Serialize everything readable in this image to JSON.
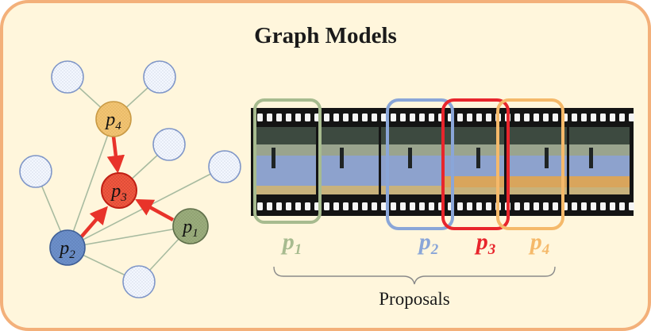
{
  "title": "Graph Models",
  "graph": {
    "nodes": [
      {
        "id": "p1",
        "base": "p",
        "sub": "1",
        "fill": "#9aac7c",
        "stroke": "#5f6f4a"
      },
      {
        "id": "p2",
        "base": "p",
        "sub": "2",
        "fill": "#6c8fc9",
        "stroke": "#3f5f96"
      },
      {
        "id": "p3",
        "base": "p",
        "sub": "3",
        "fill": "#f0573f",
        "stroke": "#c01f14"
      },
      {
        "id": "p4",
        "base": "p",
        "sub": "4",
        "fill": "#f2c473",
        "stroke": "#c99a45"
      }
    ],
    "empty_node_color": "#f3f7ff",
    "empty_node_stroke": "#7f96c8",
    "edge_color": "#a8bba0",
    "arrow_color": "#e8332a"
  },
  "film": {
    "frame_count": 6,
    "strip_color": "#141414",
    "hole_color": "#f5f5f5"
  },
  "proposals": [
    {
      "id": "p1",
      "base": "p",
      "sub": "1",
      "color": "#a7bb8f"
    },
    {
      "id": "p2",
      "base": "p",
      "sub": "2",
      "color": "#8aa6d8"
    },
    {
      "id": "p3",
      "base": "p",
      "sub": "3",
      "color": "#e8252c"
    },
    {
      "id": "p4",
      "base": "p",
      "sub": "4",
      "color": "#f5b96a"
    }
  ],
  "proposals_label": "Proposals",
  "colors": {
    "page_bg": "#fff6dc",
    "border": "#f3b07a",
    "brace": "#8a8a8a"
  }
}
